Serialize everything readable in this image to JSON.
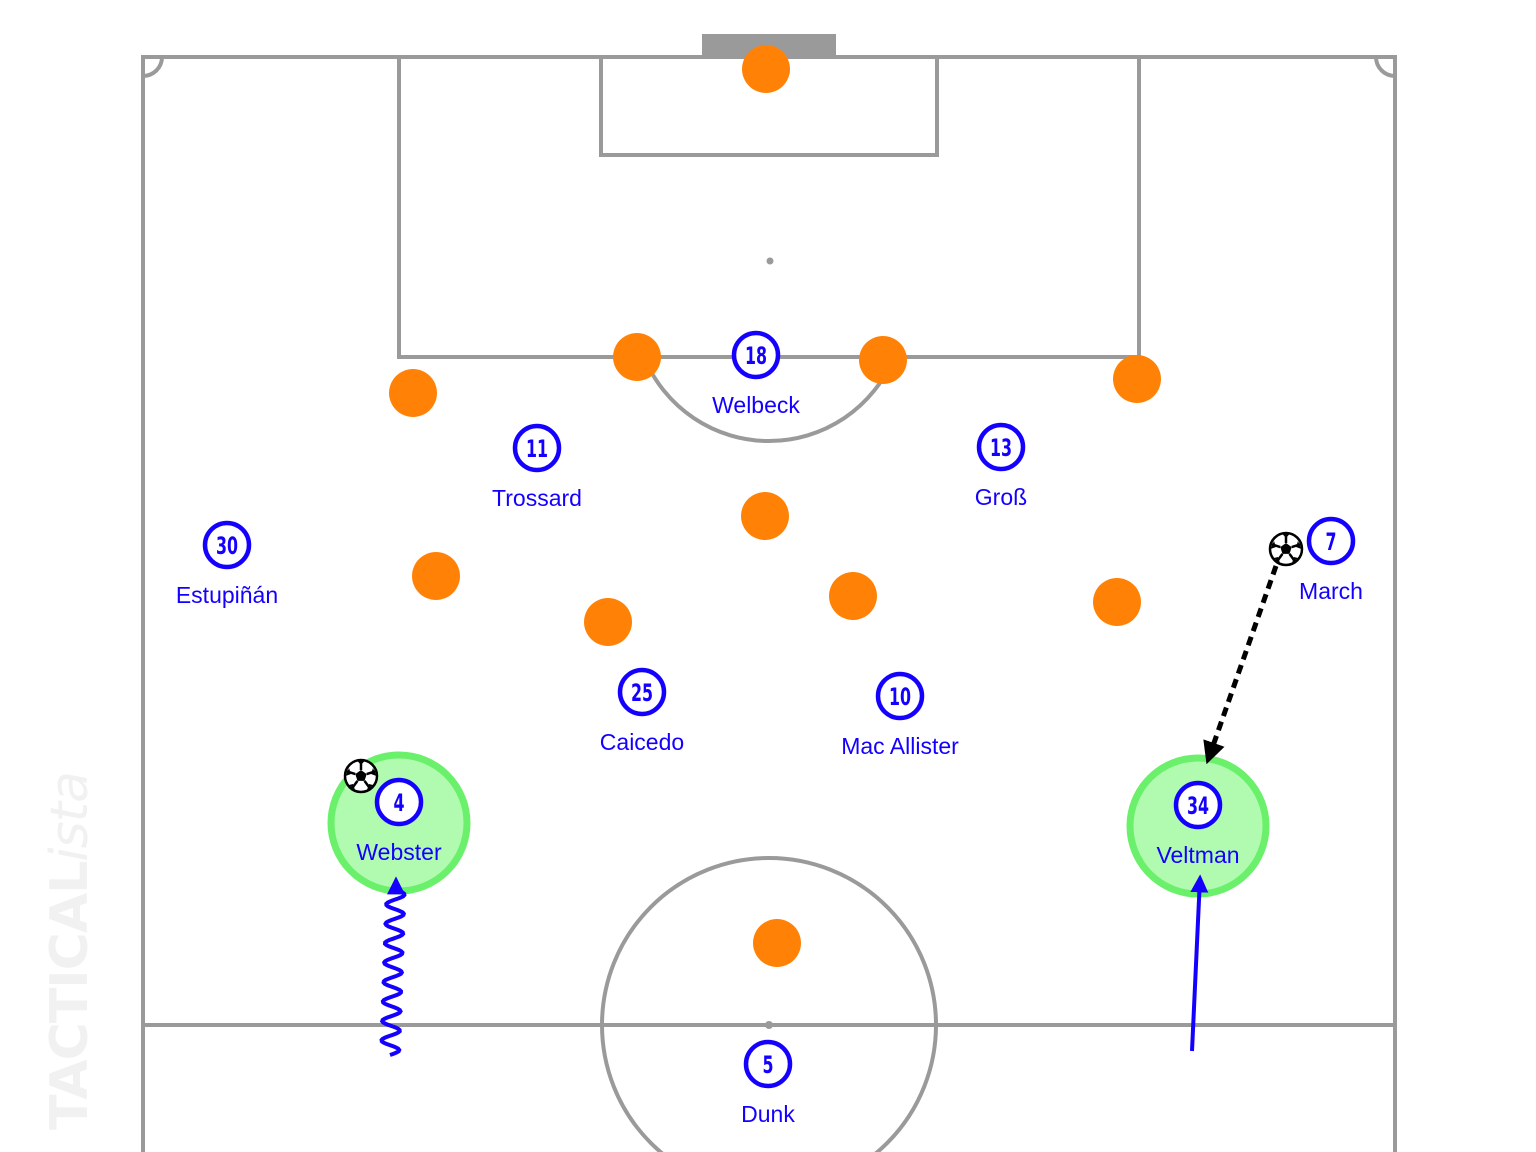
{
  "watermark": {
    "bold": "TACTICAL",
    "italic": "ista"
  },
  "colors": {
    "line": "#9a9a9a",
    "goal": "#9a9a9a",
    "opponent": "#ff8207",
    "player": "#1400ff",
    "highlight_fill": "#b1fbb1",
    "highlight_ring": "#6af06a",
    "pass": "#000000"
  },
  "players": [
    {
      "id": "welbeck",
      "number": "18",
      "name": "Welbeck"
    },
    {
      "id": "trossard",
      "number": "11",
      "name": "Trossard"
    },
    {
      "id": "gross",
      "number": "13",
      "name": "Groß"
    },
    {
      "id": "estupinan",
      "number": "30",
      "name": "Estupiñán"
    },
    {
      "id": "march",
      "number": "7",
      "name": "March"
    },
    {
      "id": "caicedo",
      "number": "25",
      "name": "Caicedo"
    },
    {
      "id": "mac-allister",
      "number": "10",
      "name": "Mac Allister"
    },
    {
      "id": "webster",
      "number": "4",
      "name": "Webster"
    },
    {
      "id": "veltman",
      "number": "34",
      "name": "Veltman"
    },
    {
      "id": "dunk",
      "number": "5",
      "name": "Dunk"
    }
  ],
  "opponent_count": 11,
  "highlighted": [
    "webster",
    "veltman"
  ],
  "ball_holders": [
    "webster",
    "march"
  ],
  "movements": [
    {
      "type": "dribble",
      "player": "webster",
      "icon": "wavy-arrow-icon"
    },
    {
      "type": "run",
      "player": "veltman",
      "icon": "arrow-icon"
    },
    {
      "type": "pass",
      "from": "march",
      "to": "veltman",
      "icon": "dashed-arrow-icon"
    }
  ]
}
